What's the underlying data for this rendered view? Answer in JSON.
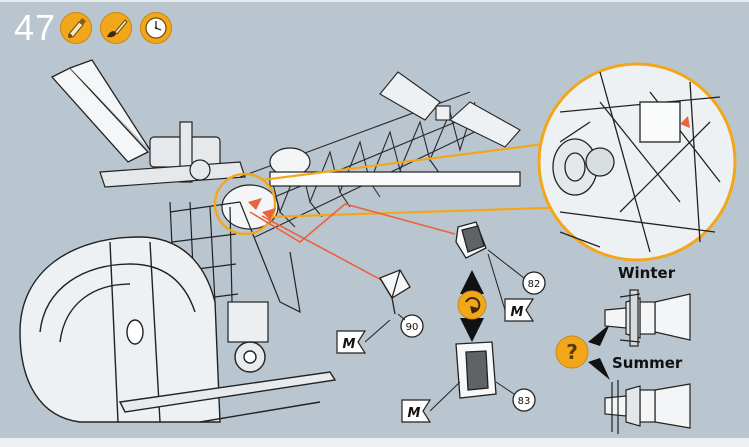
{
  "step": {
    "number": "47"
  },
  "tools": [
    {
      "icon": "glue-brush-icon"
    },
    {
      "icon": "paint-brush-icon"
    },
    {
      "icon": "clock-icon"
    }
  ],
  "parts": [
    {
      "number": "90",
      "tag": "M"
    },
    {
      "number": "82",
      "tag": "M"
    },
    {
      "number": "83",
      "tag": "M"
    }
  ],
  "variants": {
    "winter": "Winter",
    "summer": "Summer",
    "choice_mark": "?"
  },
  "colors": {
    "accent_orange": "#f2a71b",
    "panel_bg": "#b9c6d0",
    "guide_line": "#e8643c"
  }
}
